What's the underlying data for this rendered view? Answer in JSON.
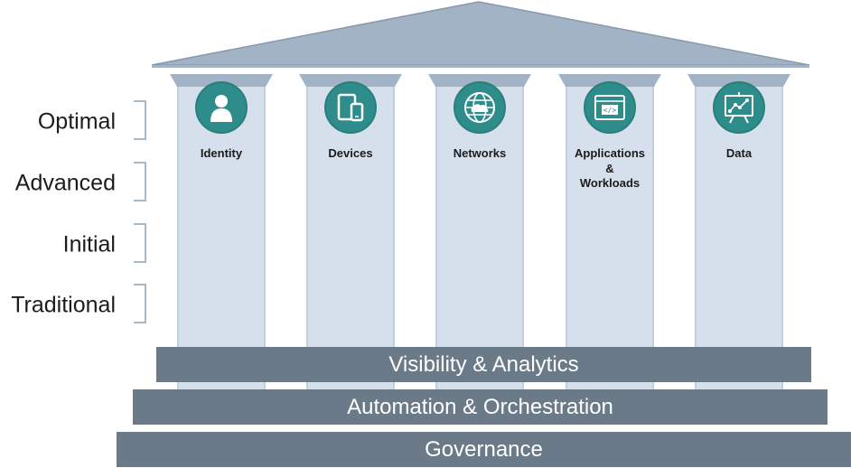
{
  "levels": [
    "Optimal",
    "Advanced",
    "Initial",
    "Traditional"
  ],
  "pillars": [
    {
      "label": "Identity",
      "icon": "person-icon"
    },
    {
      "label": "Devices",
      "icon": "devices-icon"
    },
    {
      "label": "Networks",
      "icon": "globe-cloud-icon"
    },
    {
      "label_lines": [
        "Applications",
        "&",
        "Workloads"
      ],
      "icon": "code-window-icon"
    },
    {
      "label": "Data",
      "icon": "presentation-chart-icon"
    }
  ],
  "foundations": [
    "Visibility & Analytics",
    "Automation & Orchestration",
    "Governance"
  ],
  "colors": {
    "roof": "#a3b3c6",
    "column": "#d6e0ec",
    "icon": "#2e8c8a",
    "foundation": "#6b7a88"
  }
}
